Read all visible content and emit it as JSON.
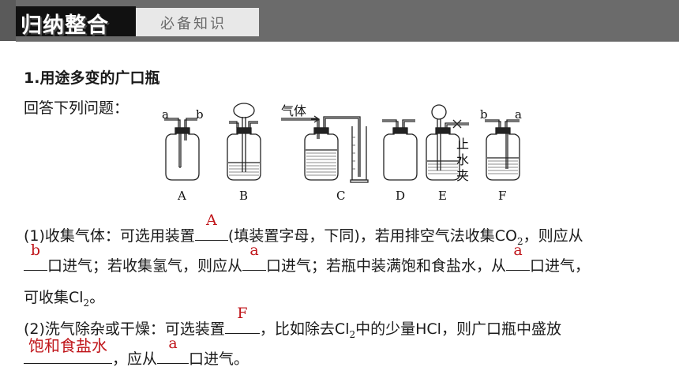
{
  "header": {
    "title": "归纳整合",
    "subtitle": "必备知识"
  },
  "section": {
    "heading": "1.用途多变的广口瓶",
    "prompt": "回答下列问题："
  },
  "figure": {
    "top_labels": {
      "a1": "a",
      "b1": "b",
      "gas": "气体",
      "b2": "b",
      "a2": "a"
    },
    "clamp_label": [
      "止",
      "水",
      "夹"
    ],
    "bottle_labels": [
      "A",
      "B",
      "C",
      "D",
      "E",
      "F"
    ]
  },
  "questions": {
    "q1": {
      "p1": "(1)收集气体：可选用装置",
      "ans1": "A",
      "p2": "(填装置字母，下同)，若用排空气法收集CO",
      "p2_sub": "2",
      "p3": "，则应从",
      "ans2": "b",
      "p4": "口进气；若收集氢气，则应从",
      "ans3": "a",
      "p5": "口进气；若瓶中装满饱和食盐水，从",
      "ans4": "a",
      "p6": "口进气，",
      "p7": "可收集Cl",
      "p7_sub": "2",
      "p8": "。"
    },
    "q2": {
      "p1": "(2)洗气除杂或干燥：可选装置",
      "ans1": "F",
      "p2": "，比如除去Cl",
      "p2_sub": "2",
      "p3": "中的少量HCl，则广口瓶中盛放",
      "ans2": "饱和食盐水",
      "p4": "，应从",
      "ans3": "a",
      "p5": "口进气。"
    }
  }
}
